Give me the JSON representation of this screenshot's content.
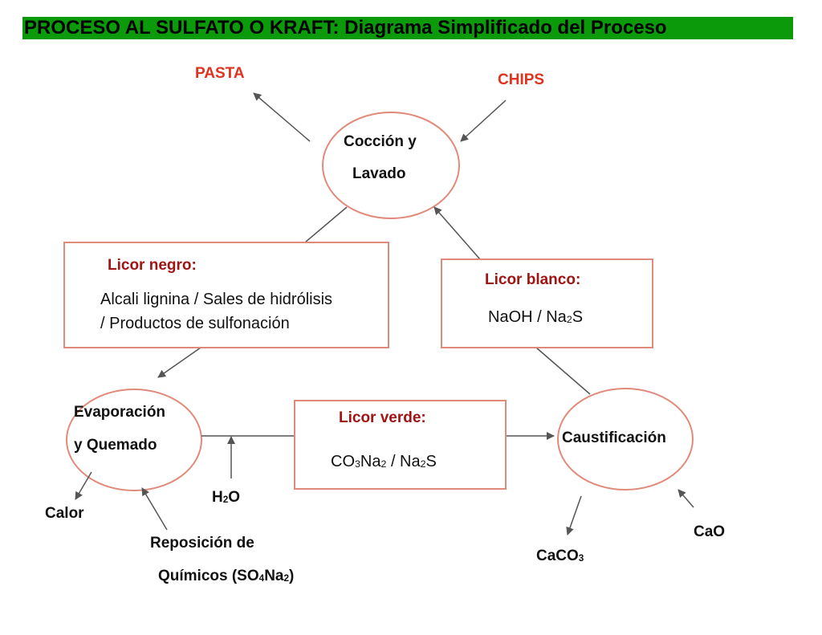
{
  "title": "PROCESO AL SULFATO O KRAFT: Diagrama Simplificado del Proceso",
  "nodes": {
    "coccion": {
      "line1": "Cocción y",
      "line2": "Lavado"
    },
    "evaporacion": {
      "line1": "Evaporación",
      "line2": "y Quemado"
    },
    "caustificacion": {
      "label": "Caustificación"
    }
  },
  "boxes": {
    "licor_negro": {
      "heading": "Licor negro:",
      "line1": "Alcali lignina / Sales de hidrólisis",
      "line2": "/ Productos de sulfonación"
    },
    "licor_blanco": {
      "heading": "Licor blanco:",
      "formula_a": "NaOH / Na",
      "formula_sub": "2",
      "formula_b": "S"
    },
    "licor_verde": {
      "heading": "Licor verde:",
      "f1": "CO",
      "f1s": "3",
      "f2": "Na",
      "f2s": "2",
      "f3": " / Na",
      "f3s": "2",
      "f4": "S"
    }
  },
  "inputs_outputs": {
    "pasta": "PASTA",
    "chips": "CHIPS",
    "calor": "Calor",
    "h2o": {
      "a": "H",
      "sub": "2",
      "b": "O"
    },
    "reposicion": {
      "line1": "Reposición de",
      "line2a": "Químicos (SO",
      "sub1": "4",
      "line2b": "Na",
      "sub2": "2",
      "line2c": ")"
    },
    "caco3": {
      "a": "CaCO",
      "sub": "3"
    },
    "cao": "CaO"
  },
  "colors": {
    "title_bg": "#0a9a0a",
    "ellipse_stroke": "#e08a7a",
    "arrow": "#555555",
    "red_label": "#e0321e",
    "dark_red_label": "#a01414"
  }
}
